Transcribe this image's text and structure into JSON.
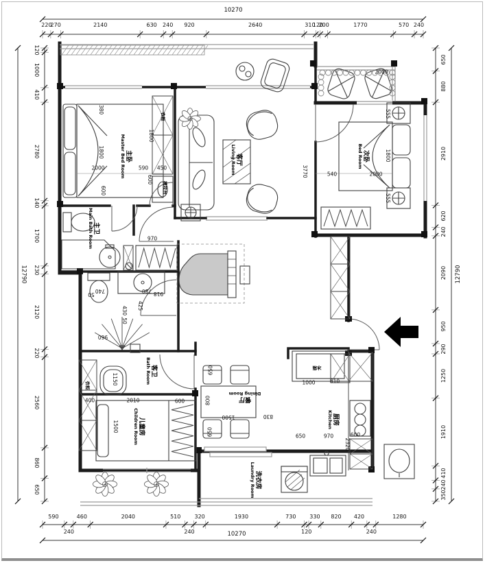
{
  "dimensions": {
    "top": {
      "total": "10270",
      "chain": [
        "220",
        "270",
        "2140",
        "630",
        "240",
        "920",
        "2640",
        "310",
        "120",
        "200",
        "1770",
        "570",
        "240"
      ]
    },
    "bottom": {
      "total": "10270",
      "chain": [
        "590",
        "240",
        "460",
        "2040",
        "510",
        "240",
        "320",
        "1930",
        "730",
        "120",
        "330",
        "820",
        "420",
        "240",
        "1280"
      ],
      "lowered_indices": [
        1,
        5,
        9,
        13
      ]
    },
    "left": {
      "total": "12790",
      "chain": [
        "120",
        "1000",
        "410",
        "2780",
        "140",
        "1700",
        "230",
        "2120",
        "220",
        "2560",
        "860",
        "650"
      ]
    },
    "right": {
      "total": "12790",
      "chain": [
        "650",
        "880",
        "2910",
        "620",
        "240",
        "2090",
        "950",
        "290",
        "1250",
        "1910",
        "410",
        "240",
        "350"
      ]
    }
  },
  "rooms": [
    {
      "id": "master-bedroom",
      "zh": "主卧",
      "en": "Master Bed Room"
    },
    {
      "id": "living-room",
      "zh": "客厅",
      "en": "Living Room"
    },
    {
      "id": "bedroom",
      "zh": "次卧",
      "en": "Bed Room"
    },
    {
      "id": "main-bath",
      "zh": "主卫",
      "en": "Main Bath Room"
    },
    {
      "id": "bath",
      "zh": "客卫",
      "en": "Bath Room"
    },
    {
      "id": "children-room",
      "zh": "儿童房",
      "en": "Children Room"
    },
    {
      "id": "dining-room",
      "zh": "餐厅",
      "en": "Dining Room"
    },
    {
      "id": "kitchen",
      "zh": "厨房",
      "en": "Kitchen"
    },
    {
      "id": "laundry-room",
      "zh": "洗衣房",
      "en": "Laundry Room"
    }
  ],
  "furniture_labels": [
    {
      "id": "wardrobe-master",
      "text": "衣柜"
    },
    {
      "id": "dressing-table",
      "text": "梳妆台"
    },
    {
      "id": "wardrobe-children",
      "text": "衣柜"
    },
    {
      "id": "fridge",
      "text": "冰箱"
    }
  ],
  "plan_dims": [
    "380",
    "1800",
    "2000",
    "590",
    "450",
    "1800",
    "600",
    "600",
    "3770",
    "2000",
    "555",
    "1800",
    "540",
    "2000",
    "555",
    "970",
    "740",
    "50",
    "780",
    "918",
    "425",
    "430",
    "50",
    "960",
    "1150",
    "400",
    "2010",
    "600",
    "1500",
    "650",
    "800",
    "650",
    "1500",
    "830",
    "1000",
    "610",
    "650",
    "970",
    "600",
    "2320"
  ],
  "colors": {
    "wall": "#1b1b1b",
    "furniture": "#3c3c3c",
    "window": "#999999",
    "dim_text": "#111111",
    "piano_fill": "#c9c9c9"
  }
}
